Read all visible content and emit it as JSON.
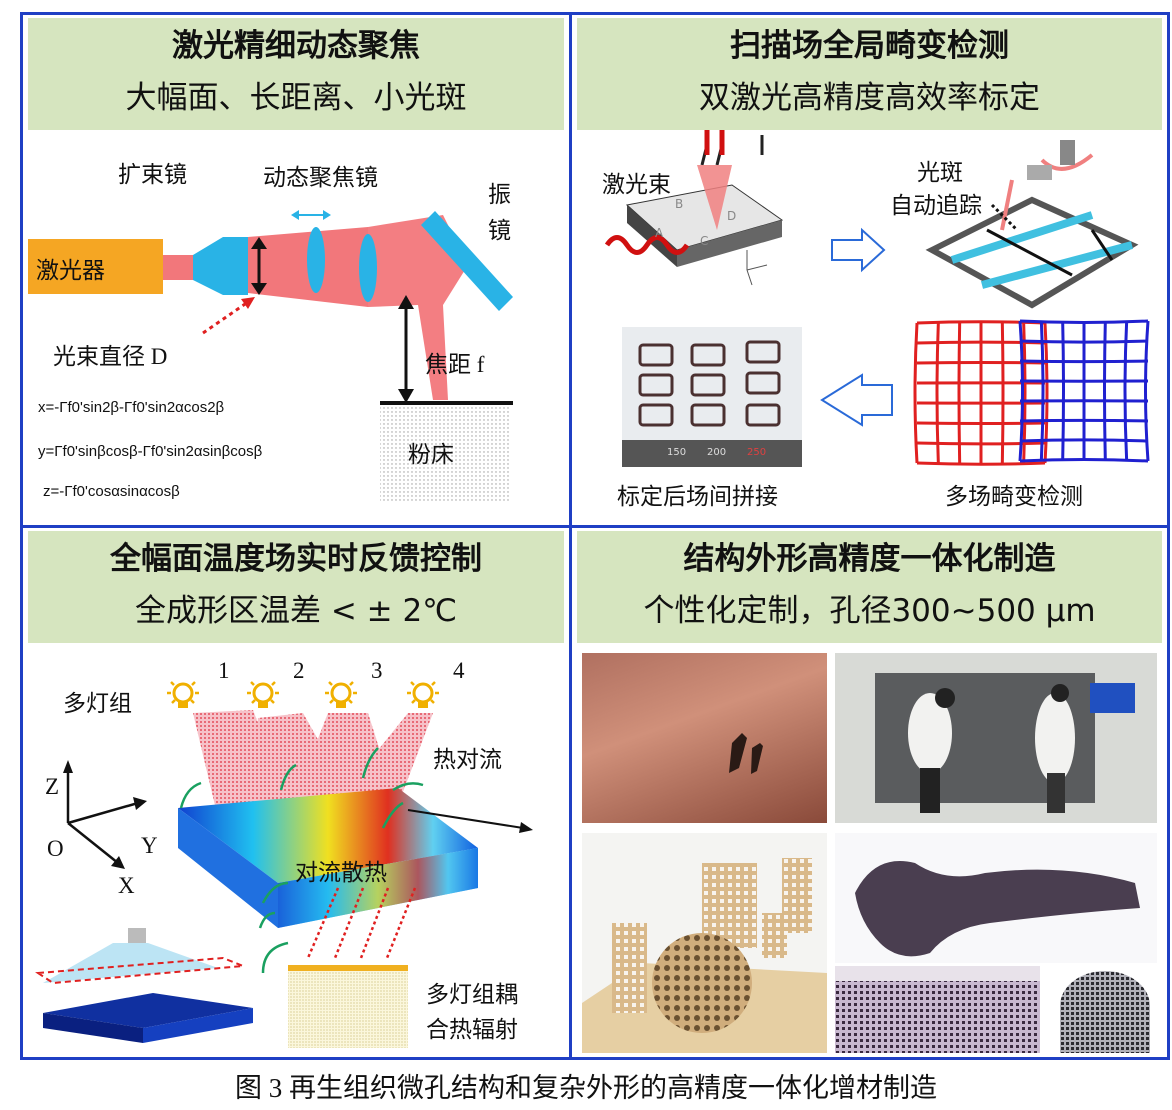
{
  "panels": {
    "p1": {
      "title": "激光精细动态聚焦",
      "subtitle": "大幅面、长距离、小光斑",
      "labels": {
        "expander": "扩束镜",
        "dynamic_focus": "动态聚焦镜",
        "galvo_1": "振",
        "galvo_2": "镜",
        "laser": "激光器",
        "beam_diameter": "光束直径 D",
        "focal_length": "焦距 f",
        "powder_bed": "粉床"
      },
      "equations": [
        "x=-Γf0'sin2β-Γf0'sin2αcos2β",
        "y=Γf0'sinβcosβ-Γf0'sin2αsinβcosβ",
        "z=-Γf0'cosαsinαcosβ"
      ]
    },
    "p2": {
      "title": "扫描场全局畸变检测",
      "subtitle": "双激光高精度高效率标定",
      "labels": {
        "laser_beam": "激光束",
        "spot_1": "光斑",
        "spot_2": "自动追踪",
        "stitch": "标定后场间拼接",
        "distortion": "多场畸变检测"
      },
      "plate_letters": [
        "A",
        "B",
        "C",
        "D"
      ],
      "ruler_values": [
        "150",
        "200",
        "250"
      ]
    },
    "p3": {
      "title": "全幅面温度场实时反馈控制",
      "subtitle": "全成形区温差 < ± 2℃",
      "labels": {
        "lamp_group": "多灯组",
        "convection": "热对流",
        "convective_cooling": "对流散热",
        "coupled_1": "多灯组耦",
        "coupled_2": "合热辐射",
        "axis_z": "Z",
        "axis_y": "Y",
        "axis_x": "X",
        "axis_o": "O"
      },
      "lamp_numbers": [
        "1",
        "2",
        "3",
        "4"
      ]
    },
    "p4": {
      "title": "结构外形高精度一体化制造",
      "subtitle": "个性化定制，孔径300~500 μm"
    }
  },
  "caption": "图 3  再生组织微孔结构和复杂外形的高精度一体化增材制造",
  "colors": {
    "border": "#1f3fc4",
    "header_bg": "#d6e5bf",
    "laser_box": "#f5a623",
    "lens": "#29b3e6",
    "beam": "#f2777b",
    "red_grid": "#e02020",
    "blue_grid": "#2020d0"
  }
}
